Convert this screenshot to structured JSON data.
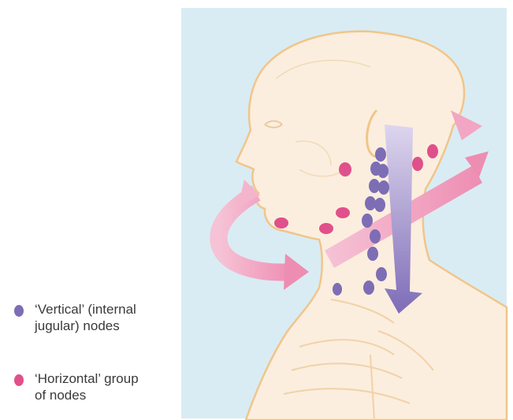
{
  "legend": {
    "vertical": {
      "line1": "‘Vertical’ (internal",
      "line2": "jugular) nodes",
      "color": "#7d6db5"
    },
    "horizontal": {
      "line1": "‘Horizontal’ group",
      "line2": "of nodes",
      "color": "#e0508a"
    }
  },
  "colors": {
    "background": "#d9ecf3",
    "skin": "#fbeede",
    "outline": "#f1c58a",
    "horizontal_arrow": "#f2a6c3",
    "vertical_arrow": "#a995cc"
  }
}
